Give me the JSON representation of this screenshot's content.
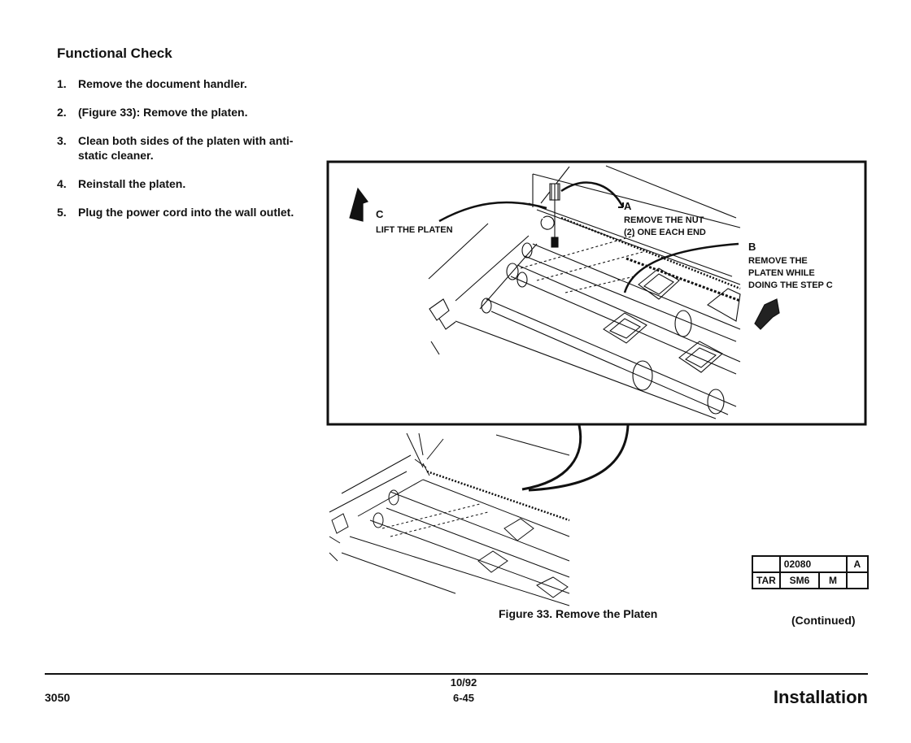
{
  "heading": "Functional Check",
  "steps": [
    {
      "num": "1.",
      "text": "Remove the document handler."
    },
    {
      "num": "2.",
      "text": "(Figure 33):  Remove the platen."
    },
    {
      "num": "3.",
      "text": "Clean both sides of the platen with anti-static cleaner."
    },
    {
      "num": "4.",
      "text": "Reinstall the platen."
    },
    {
      "num": "5.",
      "text": "Plug the power cord into the wall outlet."
    }
  ],
  "figure": {
    "callouts": {
      "a_letter": "A",
      "a_text": "REMOVE THE NUT\n(2) ONE EACH END",
      "b_letter": "B",
      "b_text": "REMOVE THE\nPLATEN WHILE\nDOING THE STEP C",
      "c_letter": "C",
      "c_text": "LIFT THE PLATEN"
    },
    "caption": "Figure 33.  Remove the Platen"
  },
  "tag_box": {
    "row1": [
      "",
      "02080",
      "A"
    ],
    "row2": [
      "TAR",
      "SM6",
      "M",
      ""
    ]
  },
  "continued": "(Continued)",
  "footer": {
    "date": "10/92",
    "page": "6-45",
    "model": "3050",
    "section": "Installation"
  }
}
